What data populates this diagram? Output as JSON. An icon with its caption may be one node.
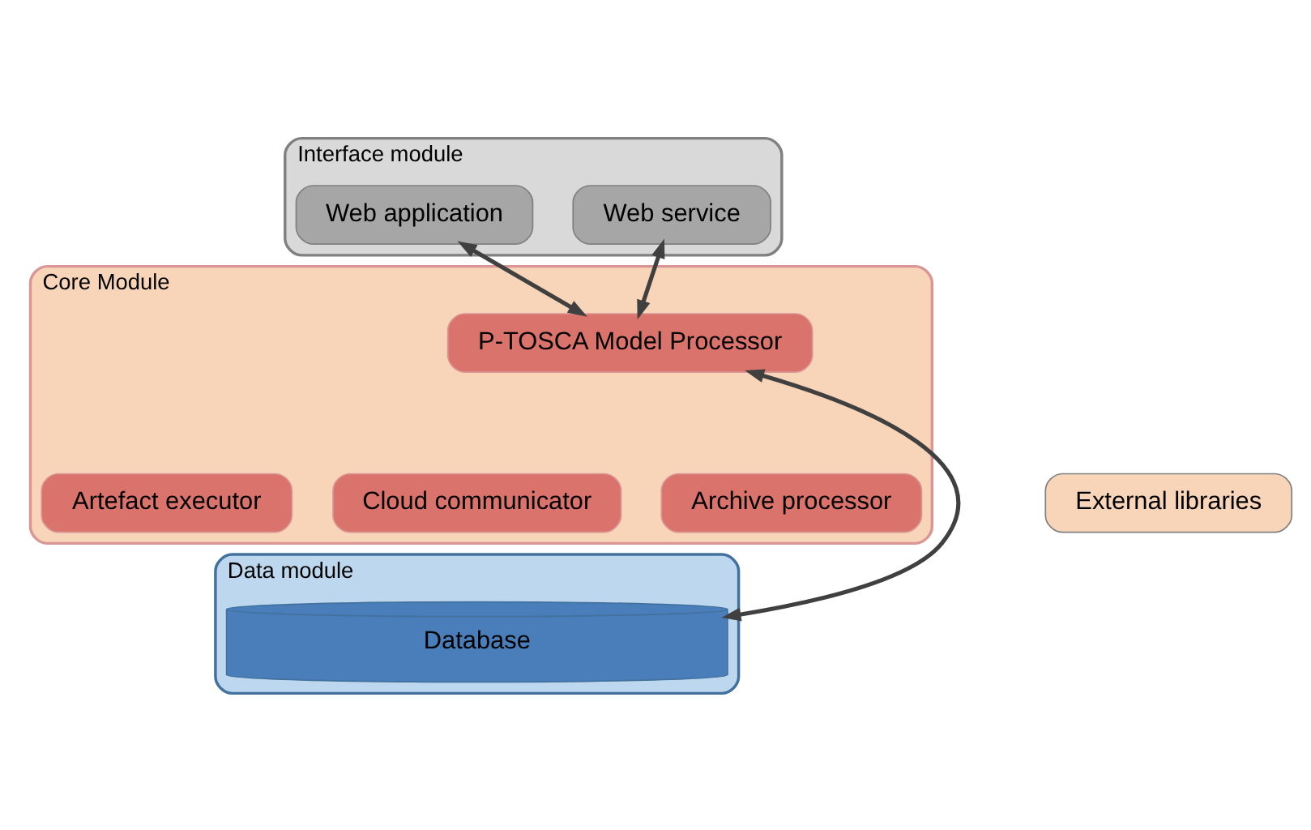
{
  "diagram": {
    "nodes": [
      {
        "text": [
          "Interface module"
        ]
      },
      {
        "text": [
          "Web application"
        ],
        "in": 0
      },
      {
        "text": [
          "Web service"
        ],
        "in": 0
      },
      {
        "text": [
          "Core Module"
        ]
      },
      {
        "text": [
          "P-TOSCA Model Processor"
        ],
        "in": 3
      },
      {
        "text": [
          "Artefact executor"
        ],
        "in": 3
      },
      {
        "text": [
          "Cloud communicator"
        ],
        "in": 3
      },
      {
        "text": [
          "Archive processor"
        ],
        "in": 3
      },
      {
        "text": [
          "External libraries"
        ]
      },
      {
        "text": [
          "Data module"
        ]
      },
      {
        "text": [
          "Database"
        ],
        "in": 9
      }
    ],
    "edges": [
      {
        "from": 1,
        "to": 4,
        "arrow": "both"
      },
      {
        "from": 2,
        "to": 4,
        "arrow": "both"
      },
      {
        "from": 4,
        "to": 10,
        "arrow": "both"
      }
    ]
  }
}
